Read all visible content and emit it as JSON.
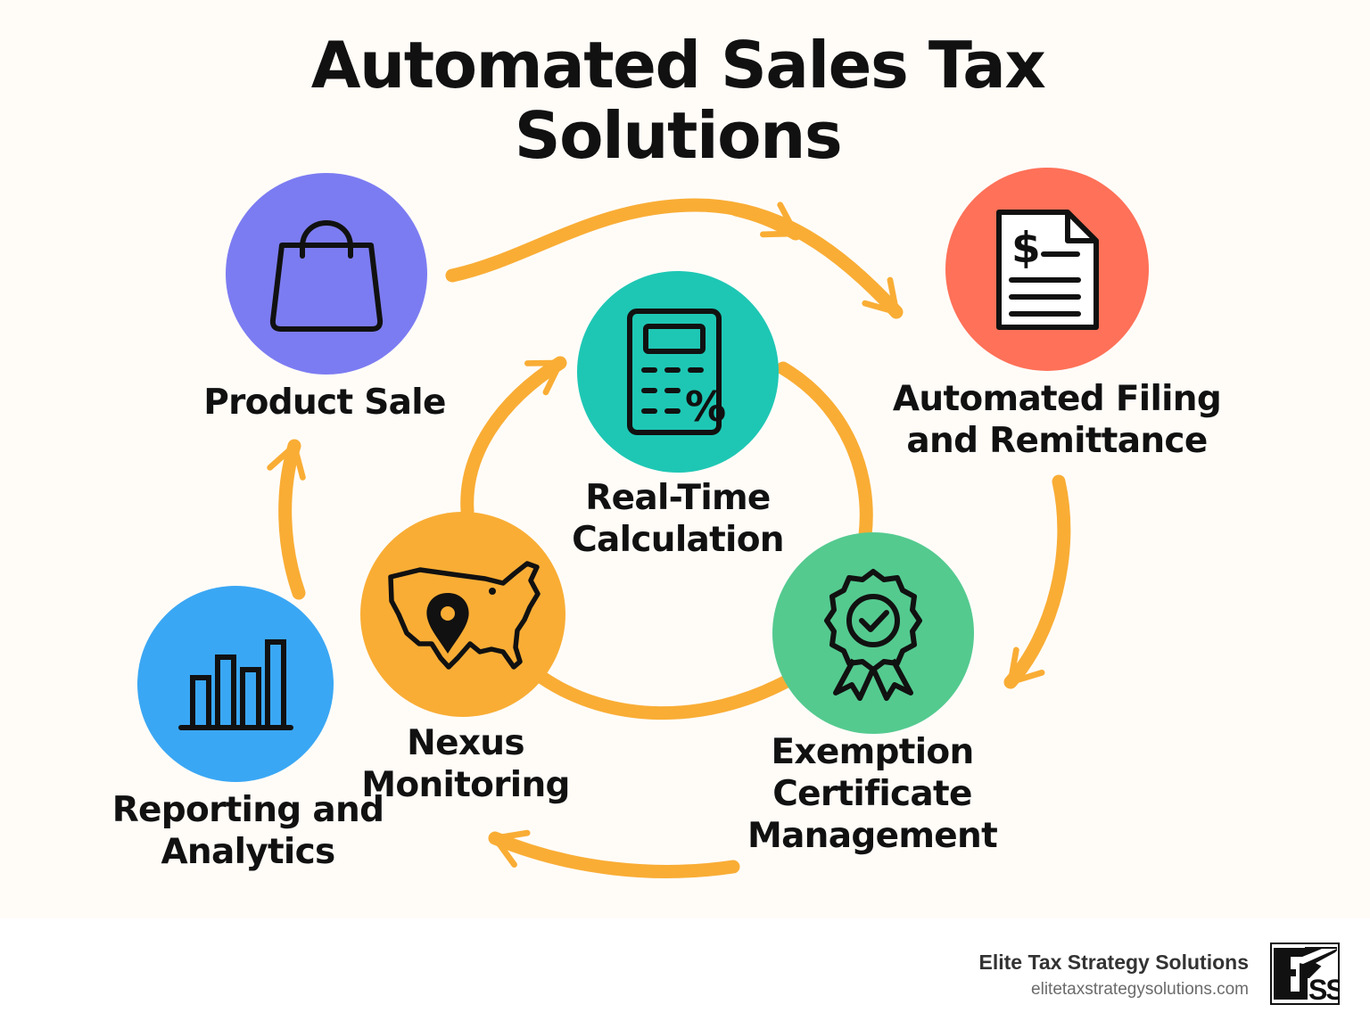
{
  "title": "Automated Sales Tax Solutions",
  "nodes": [
    {
      "id": "product-sale",
      "label_lines": [
        "Product Sale"
      ],
      "icon": "shopping-bag-icon",
      "color": "#7c7cf2"
    },
    {
      "id": "automated-filing",
      "label_lines": [
        "Automated Filing",
        "and Remittance"
      ],
      "icon": "invoice-document-icon",
      "color": "#ff7158"
    },
    {
      "id": "real-time-calculation",
      "label_lines": [
        "Real-Time",
        "Calculation"
      ],
      "icon": "tax-calculator-icon",
      "color": "#1ec7b4"
    },
    {
      "id": "nexus-monitoring",
      "label_lines": [
        "Nexus",
        "Monitoring"
      ],
      "icon": "us-map-pin-icon",
      "color": "#f9ad35"
    },
    {
      "id": "exemption-certificate",
      "label_lines": [
        "Exemption",
        "Certificate",
        "Management"
      ],
      "icon": "certificate-ribbon-icon",
      "color": "#54ca8f"
    },
    {
      "id": "reporting-analytics",
      "label_lines": [
        "Reporting and",
        "Analytics"
      ],
      "icon": "bar-chart-icon",
      "color": "#3aa7f4"
    }
  ],
  "colors": {
    "arrow": "#f9ad35",
    "text": "#111111",
    "background": "#fffcf8"
  },
  "footer": {
    "company": "Elite Tax Strategy Solutions",
    "url": "elitetaxstrategysolutions.com",
    "logo_text": "ETSS"
  }
}
